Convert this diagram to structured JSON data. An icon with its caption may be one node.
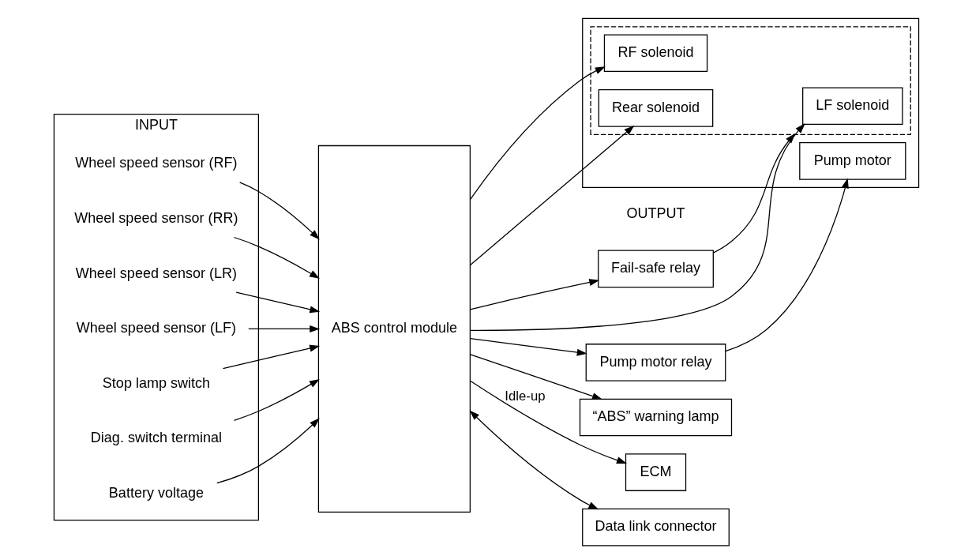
{
  "diagram": {
    "nodes": [
      {
        "text": [
          "INPUT"
        ]
      },
      {
        "text": [
          "Wheel speed sensor (RF)"
        ],
        "in": 0
      },
      {
        "text": [
          "Wheel speed sensor (RR)"
        ],
        "in": 0
      },
      {
        "text": [
          "Wheel speed sensor (LR)"
        ],
        "in": 0
      },
      {
        "text": [
          "Wheel speed sensor (LF)"
        ],
        "in": 0
      },
      {
        "text": [
          "Stop lamp switch"
        ],
        "in": 0
      },
      {
        "text": [
          "Diag. switch terminal"
        ],
        "in": 0
      },
      {
        "text": [
          "Battery voltage"
        ],
        "in": 0
      },
      {
        "text": [
          "ABS control module"
        ]
      },
      {
        "text": [
          "Pump motor relay"
        ]
      },
      {
        "text": [
          "Fail-safe relay"
        ]
      },
      {
        "text": [],
        "shape": "box"
      },
      {
        "text": [
          "Pump motor"
        ],
        "in": 11
      },
      {
        "text": [],
        "shape": "box",
        "in": 11
      },
      {
        "text": [
          "LF solenoid"
        ],
        "in": 13
      },
      {
        "text": [
          "RF solenoid"
        ],
        "in": 13
      },
      {
        "text": [
          "Rear solenoid"
        ],
        "in": 13
      },
      {
        "text": [
          "“ABS” warning lamp"
        ]
      },
      {
        "text": [
          "ECM"
        ]
      },
      {
        "text": [
          "Data link connector"
        ]
      }
    ],
    "edges": [
      {
        "from": 1,
        "to": 8,
        "arrow": "to"
      },
      {
        "from": 2,
        "to": 8,
        "arrow": "to"
      },
      {
        "from": 3,
        "to": 8,
        "arrow": "to"
      },
      {
        "from": 4,
        "to": 8,
        "arrow": "to"
      },
      {
        "from": 5,
        "to": 8,
        "arrow": "to"
      },
      {
        "from": 6,
        "to": 8,
        "arrow": "to"
      },
      {
        "from": 7,
        "to": 8,
        "arrow": "to"
      },
      {
        "from": 8,
        "to": 9,
        "arrow": "to"
      },
      {
        "from": 9,
        "to": 12,
        "arrow": "to"
      },
      {
        "from": 8,
        "to": 10,
        "arrow": "to"
      },
      {
        "from": 10,
        "to": 13,
        "arrow": "to"
      },
      {
        "from": 8,
        "to": 14,
        "arrow": "to"
      },
      {
        "from": 8,
        "to": 15,
        "arrow": "to"
      },
      {
        "from": 8,
        "to": 16,
        "arrow": "to"
      },
      {
        "from": 8,
        "to": 17,
        "arrow": "to"
      },
      {
        "from": 8,
        "to": 18,
        "arrow": "to",
        "label": "Idle-up"
      },
      {
        "from": 8,
        "to": 19,
        "arrow": "both"
      }
    ],
    "labels": [
      "OUTPUT"
    ]
  }
}
